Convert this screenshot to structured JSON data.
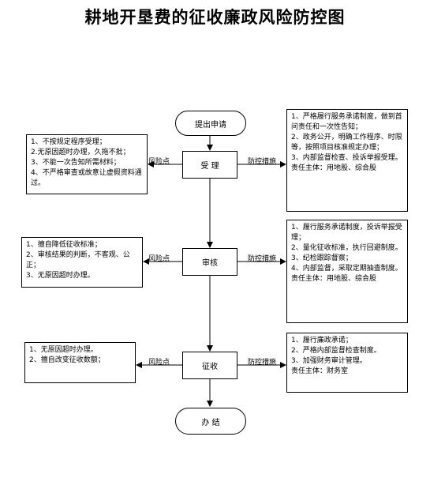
{
  "title": "耕地开垦费的征收廉政风险防控图",
  "flow": {
    "start": "提出申请",
    "steps": [
      "受 理",
      "审核",
      "征收"
    ],
    "end": "办 结"
  },
  "labels": {
    "risk": "风险点",
    "control": "防控措施"
  },
  "risks": [
    [
      "1、不按规定程序受理；",
      "2.无原因超时办理，久拖不批；",
      "3、不能一次告知所需材料；",
      "4、不严格审查或故意让虚假资料通过。"
    ],
    [
      "1、擅自降低征收标准；",
      "2、审核结果的判断，不客观、公正；",
      "3、无原因超时办理。"
    ],
    [
      "1、无原因超时办理。",
      "2、擅自改变征收数额；"
    ]
  ],
  "controls": [
    [
      "1、严格履行服务承诺制度，做到首问责任和一次性告知；",
      "2、政务公开，明确工作程序、时限等，按照项目核准规定办理；",
      "3、内部监督检查、投诉举报受理。",
      "责任主体：用地股、综合股"
    ],
    [
      "1、履行服务承诺制度，投诉举报受理；",
      "2、量化征收标准，执行回避制度。",
      "3、纪检跟踪督察；",
      "4、内部监督，采取定期抽查制度。",
      "责任主体：用地股、综合股"
    ],
    [
      "1、履行廉政承诺；",
      "2、严格内部监督检查制度。",
      "3、加强财务审计管理。",
      "责任主体：财务室"
    ]
  ]
}
